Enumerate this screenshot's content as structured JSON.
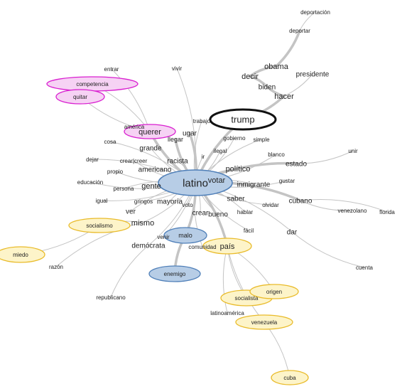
{
  "diagram": {
    "type": "word-network",
    "center": "latino",
    "nodes": [
      {
        "id": "latino",
        "label": "latino",
        "style": "blue-center"
      },
      {
        "id": "trump",
        "label": "trump",
        "style": "black"
      },
      {
        "id": "pais",
        "label": "país",
        "style": "yellow"
      },
      {
        "id": "malo",
        "label": "malo",
        "style": "blue"
      },
      {
        "id": "enemigo",
        "label": "enemigo",
        "style": "blue"
      },
      {
        "id": "querer",
        "label": "querer",
        "style": "magenta"
      },
      {
        "id": "competencia",
        "label": "competencia",
        "style": "magenta"
      },
      {
        "id": "quitar",
        "label": "quitar",
        "style": "magenta"
      },
      {
        "id": "socialismo",
        "label": "socialismo",
        "style": "yellow"
      },
      {
        "id": "miedo",
        "label": "miedo",
        "style": "yellow"
      },
      {
        "id": "socialista",
        "label": "socialista",
        "style": "yellow"
      },
      {
        "id": "origen",
        "label": "origen",
        "style": "yellow"
      },
      {
        "id": "venezuela",
        "label": "venezuela",
        "style": "yellow"
      },
      {
        "id": "cuba",
        "label": "cuba",
        "style": "yellow"
      },
      {
        "id": "deportacion",
        "label": "deportación",
        "style": "plain"
      },
      {
        "id": "deportar",
        "label": "deportar",
        "style": "plain"
      },
      {
        "id": "obama",
        "label": "obama",
        "style": "plain"
      },
      {
        "id": "decir",
        "label": "decir",
        "style": "plain"
      },
      {
        "id": "presidente",
        "label": "presidente",
        "style": "plain"
      },
      {
        "id": "biden",
        "label": "biden",
        "style": "plain"
      },
      {
        "id": "hacer",
        "label": "hacer",
        "style": "plain"
      },
      {
        "id": "entrar",
        "label": "entrar",
        "style": "plain"
      },
      {
        "id": "vivir",
        "label": "vivir",
        "style": "plain"
      },
      {
        "id": "trabajo",
        "label": "trabajo",
        "style": "plain"
      },
      {
        "id": "america",
        "label": "américa",
        "style": "plain"
      },
      {
        "id": "llegar",
        "label": "llegar",
        "style": "plain"
      },
      {
        "id": "ugar",
        "label": "ugar",
        "style": "plain"
      },
      {
        "id": "gobierno",
        "label": "gobierno",
        "style": "plain"
      },
      {
        "id": "simple",
        "label": "simple",
        "style": "plain"
      },
      {
        "id": "ilegal",
        "label": "ilegal",
        "style": "plain"
      },
      {
        "id": "cosa",
        "label": "cosa",
        "style": "plain"
      },
      {
        "id": "grande",
        "label": "grande",
        "style": "plain"
      },
      {
        "id": "dejar",
        "label": "dejar",
        "style": "plain"
      },
      {
        "id": "crearcreer",
        "label": "crear|creer",
        "style": "plain"
      },
      {
        "id": "racista",
        "label": "racista",
        "style": "plain"
      },
      {
        "id": "ir",
        "label": "ir",
        "style": "plain"
      },
      {
        "id": "blanco",
        "label": "blanco",
        "style": "plain"
      },
      {
        "id": "estado",
        "label": "estado",
        "style": "plain"
      },
      {
        "id": "unir",
        "label": "unir",
        "style": "plain"
      },
      {
        "id": "politico",
        "label": "político",
        "style": "plain"
      },
      {
        "id": "propio",
        "label": "propio",
        "style": "plain"
      },
      {
        "id": "americano",
        "label": "americano",
        "style": "plain"
      },
      {
        "id": "educacion",
        "label": "educación",
        "style": "plain"
      },
      {
        "id": "votar",
        "label": "votar",
        "style": "plain"
      },
      {
        "id": "inmigrante",
        "label": "inmigrante",
        "style": "plain"
      },
      {
        "id": "gustar",
        "label": "gustar",
        "style": "plain"
      },
      {
        "id": "gente",
        "label": "gente",
        "style": "plain"
      },
      {
        "id": "persona",
        "label": "persona",
        "style": "plain"
      },
      {
        "id": "igual",
        "label": "igual",
        "style": "plain"
      },
      {
        "id": "saber",
        "label": "saber",
        "style": "plain"
      },
      {
        "id": "cubano",
        "label": "cubano",
        "style": "plain"
      },
      {
        "id": "gringos",
        "label": "gringos",
        "style": "plain"
      },
      {
        "id": "mayoria",
        "label": "mayoría",
        "style": "plain"
      },
      {
        "id": "voto",
        "label": "voto",
        "style": "plain"
      },
      {
        "id": "olvidar",
        "label": "olvidar",
        "style": "plain"
      },
      {
        "id": "venezolano",
        "label": "venezolano",
        "style": "plain"
      },
      {
        "id": "florida",
        "label": "florida",
        "style": "plain"
      },
      {
        "id": "ver",
        "label": "ver",
        "style": "plain"
      },
      {
        "id": "crear",
        "label": "crear",
        "style": "plain"
      },
      {
        "id": "bueno",
        "label": "bueno",
        "style": "plain"
      },
      {
        "id": "hablar",
        "label": "hablar",
        "style": "plain"
      },
      {
        "id": "mismo",
        "label": "mismo",
        "style": "plain"
      },
      {
        "id": "facil",
        "label": "fácil",
        "style": "plain"
      },
      {
        "id": "dar",
        "label": "dar",
        "style": "plain"
      },
      {
        "id": "venir",
        "label": "venir",
        "style": "plain"
      },
      {
        "id": "comunidad",
        "label": "comunidad",
        "style": "plain"
      },
      {
        "id": "democrata",
        "label": "demócrata",
        "style": "plain"
      },
      {
        "id": "razon",
        "label": "razón",
        "style": "plain"
      },
      {
        "id": "cuenta",
        "label": "cuenta",
        "style": "plain"
      },
      {
        "id": "republicano",
        "label": "republicano",
        "style": "plain"
      },
      {
        "id": "latinoamerica",
        "label": "latinoamérica",
        "style": "plain"
      }
    ],
    "edges": [
      [
        "latino",
        "trump"
      ],
      [
        "trump",
        "hacer"
      ],
      [
        "hacer",
        "biden"
      ],
      [
        "biden",
        "decir"
      ],
      [
        "decir",
        "obama"
      ],
      [
        "obama",
        "deportar"
      ],
      [
        "deportar",
        "deportacion"
      ],
      [
        "hacer",
        "presidente"
      ],
      [
        "latino",
        "querer"
      ],
      [
        "querer",
        "competencia"
      ],
      [
        "querer",
        "quitar"
      ],
      [
        "querer",
        "entrar"
      ],
      [
        "querer",
        "america"
      ],
      [
        "latino",
        "vivir"
      ],
      [
        "latino",
        "trabajo"
      ],
      [
        "latino",
        "ugar"
      ],
      [
        "latino",
        "llegar"
      ],
      [
        "latino",
        "gobierno"
      ],
      [
        "latino",
        "simple"
      ],
      [
        "latino",
        "ilegal"
      ],
      [
        "latino",
        "ir"
      ],
      [
        "latino",
        "cosa"
      ],
      [
        "latino",
        "grande"
      ],
      [
        "latino",
        "dejar"
      ],
      [
        "latino",
        "crearcreer"
      ],
      [
        "latino",
        "racista"
      ],
      [
        "latino",
        "propio"
      ],
      [
        "latino",
        "americano"
      ],
      [
        "latino",
        "educacion"
      ],
      [
        "latino",
        "blanco"
      ],
      [
        "latino",
        "estado"
      ],
      [
        "estado",
        "unir"
      ],
      [
        "latino",
        "politico"
      ],
      [
        "latino",
        "votar"
      ],
      [
        "latino",
        "inmigrante"
      ],
      [
        "latino",
        "gustar"
      ],
      [
        "latino",
        "gente"
      ],
      [
        "latino",
        "persona"
      ],
      [
        "latino",
        "igual"
      ],
      [
        "latino",
        "saber"
      ],
      [
        "latino",
        "cubano"
      ],
      [
        "cubano",
        "venezolano"
      ],
      [
        "cubano",
        "florida"
      ],
      [
        "latino",
        "olvidar"
      ],
      [
        "latino",
        "gringos"
      ],
      [
        "latino",
        "mayoria"
      ],
      [
        "latino",
        "voto"
      ],
      [
        "latino",
        "ver"
      ],
      [
        "latino",
        "crear"
      ],
      [
        "latino",
        "bueno"
      ],
      [
        "latino",
        "hablar"
      ],
      [
        "latino",
        "facil"
      ],
      [
        "latino",
        "dar"
      ],
      [
        "dar",
        "cuenta"
      ],
      [
        "latino",
        "mismo"
      ],
      [
        "mismo",
        "socialismo"
      ],
      [
        "socialismo",
        "miedo"
      ],
      [
        "mismo",
        "razon"
      ],
      [
        "latino",
        "democrata"
      ],
      [
        "democrata",
        "republicano"
      ],
      [
        "latino",
        "malo"
      ],
      [
        "malo",
        "enemigo"
      ],
      [
        "latino",
        "venir"
      ],
      [
        "latino",
        "comunidad"
      ],
      [
        "latino",
        "pais"
      ],
      [
        "pais",
        "socialista"
      ],
      [
        "pais",
        "origen"
      ],
      [
        "pais",
        "venezuela"
      ],
      [
        "venezuela",
        "cuba"
      ],
      [
        "pais",
        "latinoamerica"
      ]
    ],
    "strong_edges": [
      [
        "latino",
        "trump"
      ],
      [
        "trump",
        "hacer"
      ],
      [
        "hacer",
        "biden"
      ],
      [
        "biden",
        "decir"
      ],
      [
        "decir",
        "obama"
      ],
      [
        "obama",
        "deportar"
      ],
      [
        "latino",
        "pais"
      ],
      [
        "latino",
        "malo"
      ],
      [
        "malo",
        "enemigo"
      ],
      [
        "latino",
        "querer"
      ],
      [
        "latino",
        "ugar"
      ],
      [
        "latino",
        "llegar"
      ],
      [
        "latino",
        "estado"
      ],
      [
        "latino",
        "cubano"
      ]
    ],
    "styles": {
      "blue-center": {
        "fill": "#b7cde6",
        "stroke": "#4f7fb8"
      },
      "blue": {
        "fill": "#b7cde6",
        "stroke": "#4f7fb8"
      },
      "magenta": {
        "fill": "#f6d2f4",
        "stroke": "#d91fd0"
      },
      "yellow": {
        "fill": "#fdf4c9",
        "stroke": "#e9bb2a"
      },
      "black": {
        "fill": "#ffffff",
        "stroke": "#111111"
      }
    }
  }
}
